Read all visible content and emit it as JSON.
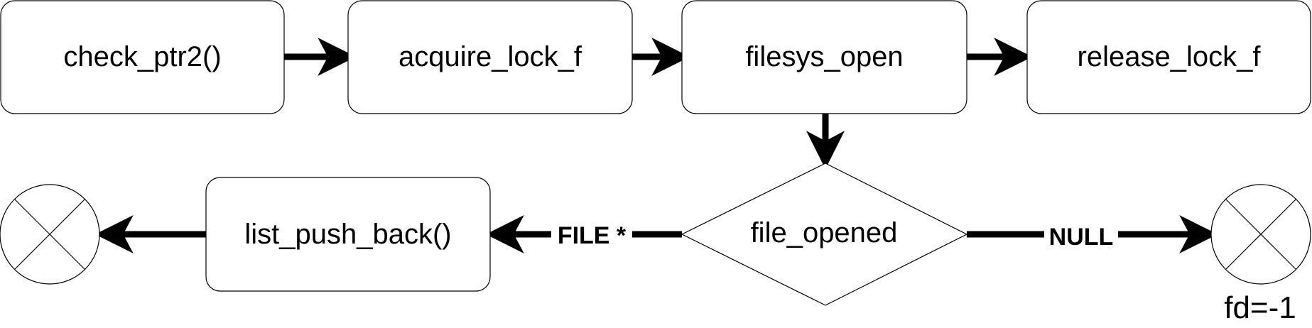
{
  "nodes": {
    "check_ptr": "check_ptr2()",
    "acquire_lock": "acquire_lock_f",
    "filesys_open": "filesys_open",
    "release_lock": "release_lock_f",
    "file_opened": "file_opened",
    "list_push_back": "list_push_back()"
  },
  "edges": {
    "file_label": "FILE *",
    "null_label": "NULL"
  },
  "terminal_right_note": "fd=-1"
}
